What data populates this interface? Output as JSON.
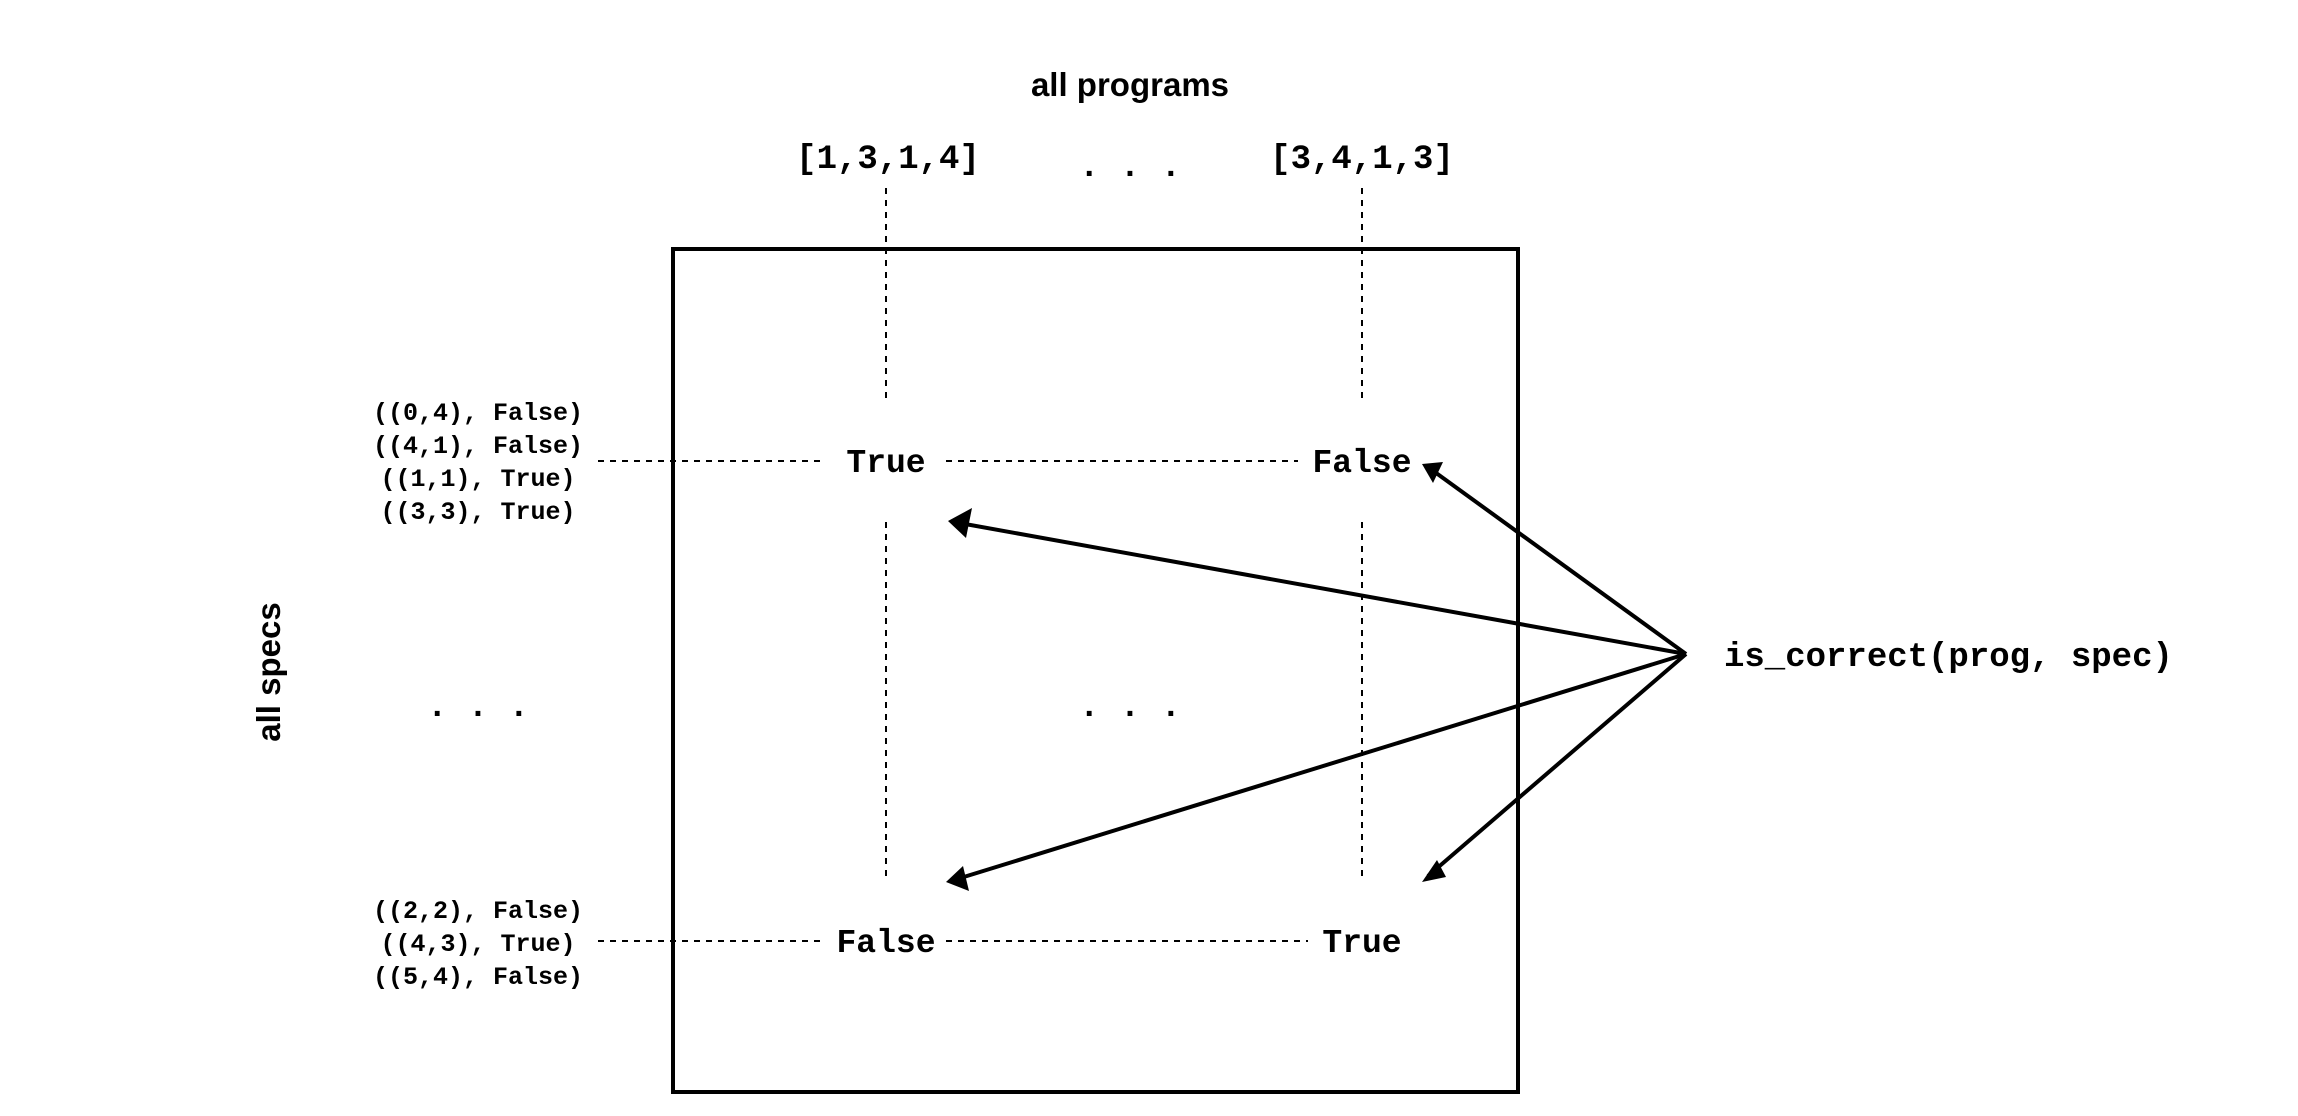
{
  "titles": {
    "columns": "all programs",
    "rows": "all specs"
  },
  "programs": {
    "first": "[1,3,1,4]",
    "ellipsis": ". . .",
    "last": "[3,4,1,3]"
  },
  "specs": {
    "first": [
      "((0,4), False)",
      "((4,1), False)",
      "((1,1), True)",
      "((3,3), True)"
    ],
    "ellipsis": ". . .",
    "last": [
      "((2,2), False)",
      "((4,3), True)",
      "((5,4), False)"
    ]
  },
  "cells": {
    "top_left": "True",
    "top_right": "False",
    "middle": ". . .",
    "bottom_left": "False",
    "bottom_right": "True"
  },
  "function_label": "is_correct(prog, spec)"
}
